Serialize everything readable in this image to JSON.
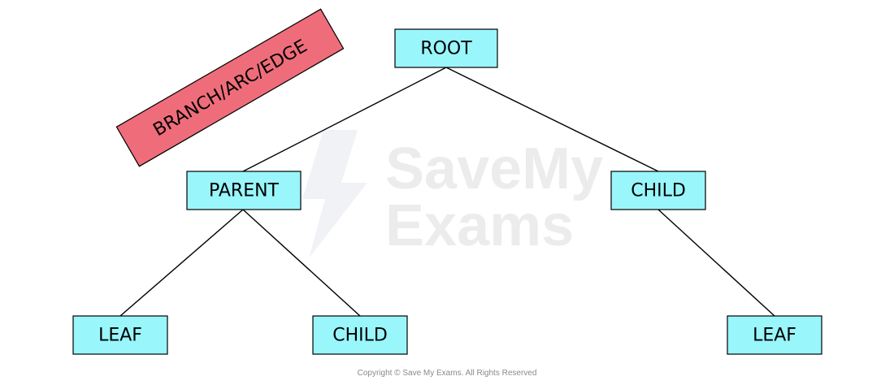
{
  "tree": {
    "root": "ROOT",
    "parent": "PARENT",
    "right_child": "CHILD",
    "leaf_left": "LEAF",
    "child_lower": "CHILD",
    "leaf_right": "LEAF"
  },
  "annotation": {
    "label": "BRANCH/ARC/EDGE",
    "color": "#ef6d7a"
  },
  "colors": {
    "node_fill": "#99f6fb",
    "edge": "#000000"
  },
  "watermark": {
    "line1": "SaveMy",
    "line2": "Exams"
  },
  "footer": {
    "copyright": "Copyright © Save My Exams. All Rights Reserved"
  }
}
